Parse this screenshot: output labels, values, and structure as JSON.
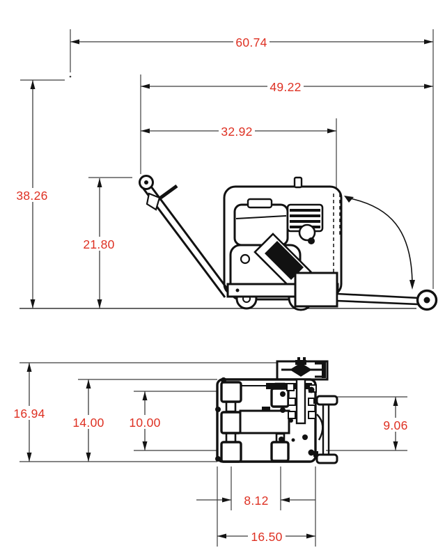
{
  "drawing_title": "walk-behind saw dimension drawing",
  "colors": {
    "dimension_text": "#de3022",
    "dimension_lines": "#3c3c3c",
    "machine_lines": "#111111",
    "background": "#ffffff"
  },
  "dimensions": {
    "side": [
      {
        "id": "overall-length",
        "value": "60.74"
      },
      {
        "id": "body-to-handle-length",
        "value": "49.22"
      },
      {
        "id": "frame-length",
        "value": "32.92"
      },
      {
        "id": "overall-height",
        "value": "38.26"
      },
      {
        "id": "handle-height",
        "value": "21.80"
      }
    ],
    "top": [
      {
        "id": "overall-width",
        "value": "16.94"
      },
      {
        "id": "frame-width",
        "value": "14.00"
      },
      {
        "id": "inner-width",
        "value": "10.00"
      },
      {
        "id": "roller-width",
        "value": "9.06"
      },
      {
        "id": "wheel-track",
        "value": "8.12"
      },
      {
        "id": "base-width",
        "value": "16.50"
      }
    ]
  }
}
